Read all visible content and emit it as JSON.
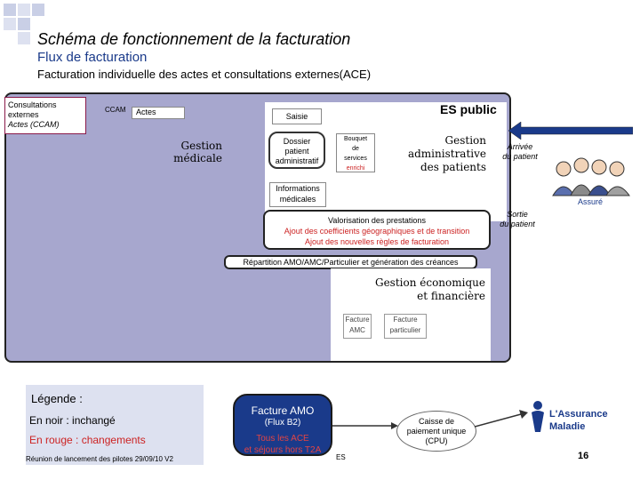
{
  "header": {
    "title": "Schéma de fonctionnement de la facturation",
    "subtitle": "Flux de facturation",
    "subtitle2": "Facturation individuelle des actes et consultations externes(ACE)"
  },
  "diagram": {
    "ext_box": {
      "line1": "Consultations",
      "line2": "externes",
      "line3": "Actes (CCAM)"
    },
    "ccam": "CCAM",
    "actes": "Actes",
    "saisie": "Saisie",
    "es_public": "ES public",
    "gestion_medicale": {
      "line1": "Gestion",
      "line2": "médicale"
    },
    "dossier": {
      "line1": "Dossier",
      "line2": "patient",
      "line3": "administratif"
    },
    "bouquet": {
      "line1": "Bouquet",
      "line2": "de",
      "line3": "services",
      "line4": "enrichi"
    },
    "gestion_admin": {
      "line1": "Gestion administrative",
      "line2": "des patients"
    },
    "info_med": {
      "line1": "Informations",
      "line2": "médicales"
    },
    "valorisation": {
      "line1": "Valorisation des prestations",
      "line2": "Ajout des coefficients géographiques et de transition",
      "line3": "Ajout des nouvelles règles de facturation"
    },
    "repartition": "Répartition AMO/AMC/Particulier et génération des créances",
    "gestion_eco": {
      "line1": "Gestion économique",
      "line2": "et financière"
    },
    "facture_amc": {
      "line1": "Facture",
      "line2": "AMC"
    },
    "facture_particulier": {
      "line1": "Facture",
      "line2": "particulier"
    },
    "arrivee": {
      "line1": "Arrivée",
      "line2": "du patient"
    },
    "assure": "Assuré",
    "sortie": {
      "line1": "Sortie",
      "line2": "du patient"
    }
  },
  "legend": {
    "title": "Légende :",
    "black": "En noir : inchangé",
    "red": "En rouge : changements"
  },
  "footer": "Réunion de lancement des pilotes 29/09/10 V2",
  "amo": {
    "title": "Facture AMO",
    "sub": "(Flux B2)",
    "red1": "Tous les ACE",
    "red2": "et séjours hors T2A"
  },
  "es_small": "ES",
  "caisse": {
    "line1": "Caisse de",
    "line2": "paiement unique",
    "line3": "(CPU)"
  },
  "logo": {
    "name": "L'Assurance",
    "name2": "Maladie"
  },
  "page_number": "16",
  "colors": {
    "main_box": "#a7a7ce",
    "subtitle": "#1a3a8a",
    "amo_box": "#1a3a8a",
    "red_changes": "#cc2222"
  }
}
